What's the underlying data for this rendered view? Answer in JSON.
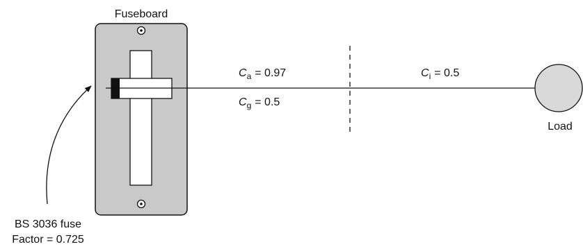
{
  "fuseboard": {
    "label": "Fuseboard",
    "fill_color": "#c9c9c9"
  },
  "fuse": {
    "label_line1": "BS 3036 fuse",
    "label_line2": "Factor = 0.725"
  },
  "factors": {
    "ca": {
      "symbol": "C",
      "subscript": "a",
      "value": "= 0.97"
    },
    "cg": {
      "symbol": "C",
      "subscript": "g",
      "value": "= 0.5"
    },
    "ci": {
      "symbol": "C",
      "subscript": "i",
      "value": "= 0.5"
    }
  },
  "load": {
    "label": "Load",
    "fill_color": "#d9d9d9"
  }
}
